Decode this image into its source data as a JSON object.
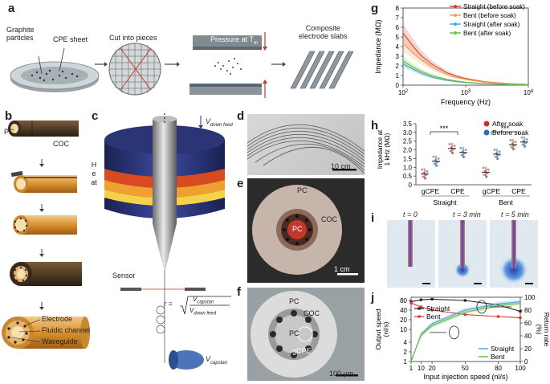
{
  "panels": {
    "a": {
      "label": "a",
      "graphite": "Graphite\nparticles",
      "cpe_sheet": "CPE sheet",
      "cut": "Cut into pieces",
      "pressure": "Pressure at T",
      "pressure_sub": "m",
      "composite": "Composite\nelectrode slabs"
    },
    "b": {
      "label": "b",
      "pc": "PC",
      "coc": "COC",
      "electrode": "Electrode",
      "fluidic": "Fluidic channel",
      "waveguide": "Waveguide"
    },
    "c": {
      "label": "c",
      "heat": "Heat",
      "sensor": "Sensor",
      "v_down": "V",
      "v_down_sub": "down feed",
      "v_cap": "V",
      "v_cap_sub": "capstan",
      "r_eq": "r =",
      "r_num": "V",
      "r_num_sub": "capstan",
      "r_den": "V",
      "r_den_sub": "down feed"
    },
    "d": {
      "label": "d",
      "scale": "10 cm"
    },
    "e": {
      "label": "e",
      "pc_outer": "PC",
      "pc_inner": "PC",
      "coc": "COC",
      "scale": "1 cm"
    },
    "f": {
      "label": "f",
      "pc_outer": "PC",
      "pc_inner": "PC",
      "coc": "COC",
      "gcpe": "gCPE",
      "scale": "100 µm"
    },
    "g": {
      "label": "g"
    },
    "h": {
      "label": "h"
    },
    "i": {
      "label": "i",
      "t0": "t = 0",
      "t3": "t = 3 min",
      "t5": "t = 5 min"
    },
    "j": {
      "label": "j"
    }
  },
  "chart_data": [
    {
      "type": "line",
      "panel": "g",
      "xlabel": "Frequency (Hz)",
      "ylabel": "Impedance (MΩ)",
      "x_scale": "log",
      "xlim": [
        100,
        10000
      ],
      "ylim": [
        0,
        8
      ],
      "yticks": [
        0,
        1,
        2,
        3,
        4,
        5,
        6,
        7,
        8
      ],
      "xticks": [
        "10^2",
        "10^3",
        "10^4"
      ],
      "legend_position": "top-right",
      "series": [
        {
          "name": "Straight (before soak)",
          "color": "#d9482b",
          "x": [
            100,
            150,
            200,
            300,
            500,
            700,
            1000,
            2000,
            5000,
            10000
          ],
          "y": [
            5.4,
            3.9,
            3.0,
            2.1,
            1.3,
            0.95,
            0.68,
            0.35,
            0.15,
            0.08
          ]
        },
        {
          "name": "Bent (before soak)",
          "color": "#f0a05a",
          "x": [
            100,
            150,
            200,
            300,
            500,
            700,
            1000,
            2000,
            5000,
            10000
          ],
          "y": [
            4.3,
            3.2,
            2.6,
            1.8,
            1.1,
            0.8,
            0.6,
            0.3,
            0.13,
            0.07
          ]
        },
        {
          "name": "Straight (after soak)",
          "color": "#4aa7d8",
          "x": [
            100,
            150,
            200,
            300,
            500,
            700,
            1000,
            2000,
            5000,
            10000
          ],
          "y": [
            2.2,
            1.6,
            1.2,
            0.8,
            0.5,
            0.37,
            0.27,
            0.14,
            0.06,
            0.03
          ]
        },
        {
          "name": "Bent (after soak)",
          "color": "#6cbf4a",
          "x": [
            100,
            150,
            200,
            300,
            500,
            700,
            1000,
            2000,
            5000,
            10000
          ],
          "y": [
            2.5,
            1.8,
            1.4,
            0.95,
            0.6,
            0.43,
            0.3,
            0.16,
            0.07,
            0.04
          ]
        }
      ]
    },
    {
      "type": "scatter",
      "panel": "h",
      "ylabel": "Impedance at\n1 kHz (MΩ)",
      "ylim": [
        0,
        3.5
      ],
      "yticks": [
        "0",
        "0.5",
        "1.0",
        "1.5",
        "2.0",
        "2.5",
        "3.0",
        "3.5"
      ],
      "categories": [
        "gCPE",
        "CPE",
        "gCPE",
        "CPE"
      ],
      "groups": [
        "Straight",
        "Bent"
      ],
      "legend_position": "top-right",
      "series": [
        {
          "name": "After soak",
          "color": "#c8322a",
          "values": [
            0.62,
            2.08,
            0.72,
            2.3
          ]
        },
        {
          "name": "Before soak",
          "color": "#2f6db5",
          "values": [
            1.35,
            1.85,
            1.75,
            2.45
          ]
        }
      ],
      "significance": [
        "***",
        "***"
      ]
    },
    {
      "type": "line",
      "panel": "j",
      "xlabel": "Input injection speed (nl/s)",
      "ylabel": "Output speed\n(nl/s)",
      "ylabel_right": "Return rate\n(%)",
      "y_scale": "log",
      "xlim": [
        1,
        100
      ],
      "xticks": [
        "1",
        "10",
        "20",
        "50",
        "80",
        "100"
      ],
      "ylim": [
        1,
        100
      ],
      "yticks": [
        "1",
        "2",
        "4",
        "10",
        "20",
        "40",
        "80"
      ],
      "y2lim": [
        0,
        100
      ],
      "y2ticks": [
        "0",
        "20",
        "40",
        "60",
        "80",
        "100"
      ],
      "legend_position": "bottom-right",
      "series": [
        {
          "name": "Straight",
          "color": "#222222",
          "axis": "right",
          "x": [
            1,
            10,
            20,
            50,
            80,
            100
          ],
          "y": [
            93,
            96,
            97,
            95,
            88,
            78
          ]
        },
        {
          "name": "Bent",
          "color": "#d93a33",
          "axis": "right",
          "x": [
            1,
            10,
            20,
            50,
            80,
            100
          ],
          "y": [
            91,
            85,
            80,
            73,
            70,
            68
          ]
        },
        {
          "name": "Straight",
          "color": "#4aa7d8",
          "axis": "left",
          "x": [
            1,
            10,
            20,
            50,
            80,
            100
          ],
          "y": [
            1,
            7,
            15,
            40,
            62,
            72
          ]
        },
        {
          "name": "Bent",
          "color": "#6cbf4a",
          "axis": "left",
          "x": [
            1,
            10,
            20,
            50,
            80,
            100
          ],
          "y": [
            1,
            6.5,
            13,
            34,
            55,
            64
          ]
        }
      ]
    }
  ]
}
